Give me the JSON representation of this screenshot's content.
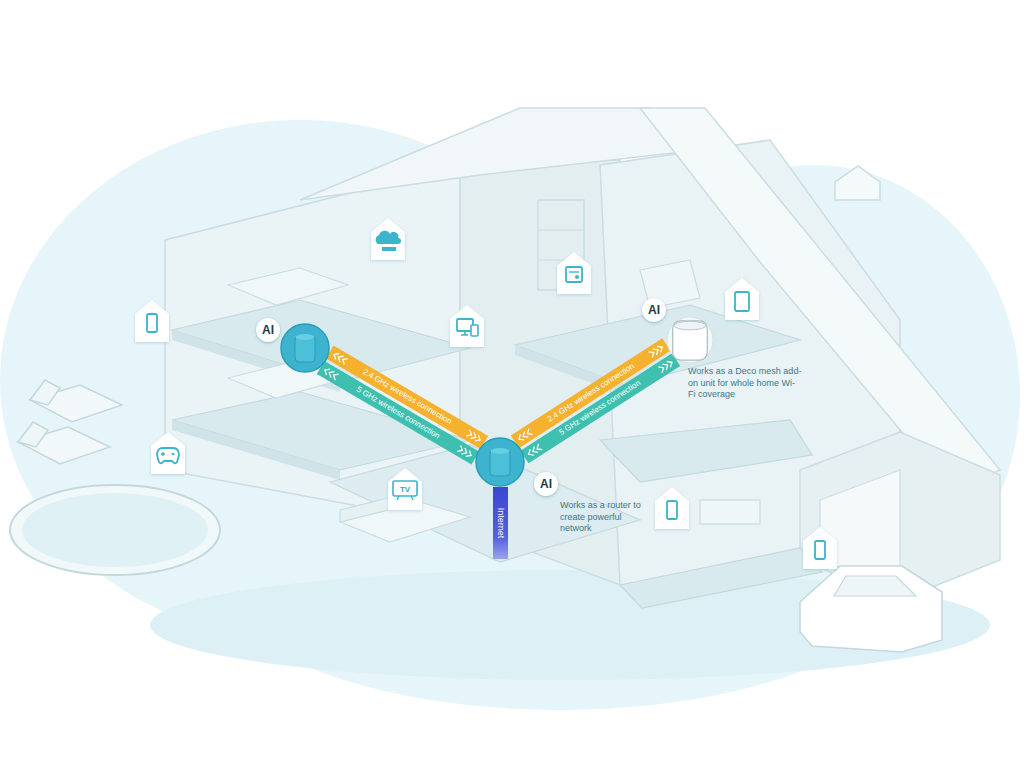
{
  "diagram": {
    "nodes": [
      {
        "text": [
          "AI"
        ]
      },
      {
        "text": [
          "AI",
          "Works as a Deco mesh add-on unit for whole home Wi-Fi coverage"
        ]
      },
      {
        "text": [
          "AI",
          "Works as a router to create powerful network"
        ]
      },
      {
        "text": [
          "Internet"
        ]
      }
    ],
    "edges": [
      {
        "from": 2,
        "to": 0,
        "label": "2.4 GHz wireless connection",
        "arrow": "both"
      },
      {
        "from": 2,
        "to": 0,
        "label": "5 GHz wireless connection",
        "arrow": "both"
      },
      {
        "from": 2,
        "to": 1,
        "label": "2.4 GHz wireless connection",
        "arrow": "both"
      },
      {
        "from": 2,
        "to": 1,
        "label": "5 GHz wireless connection",
        "arrow": "both"
      }
    ],
    "labels": [
      "TV"
    ]
  }
}
